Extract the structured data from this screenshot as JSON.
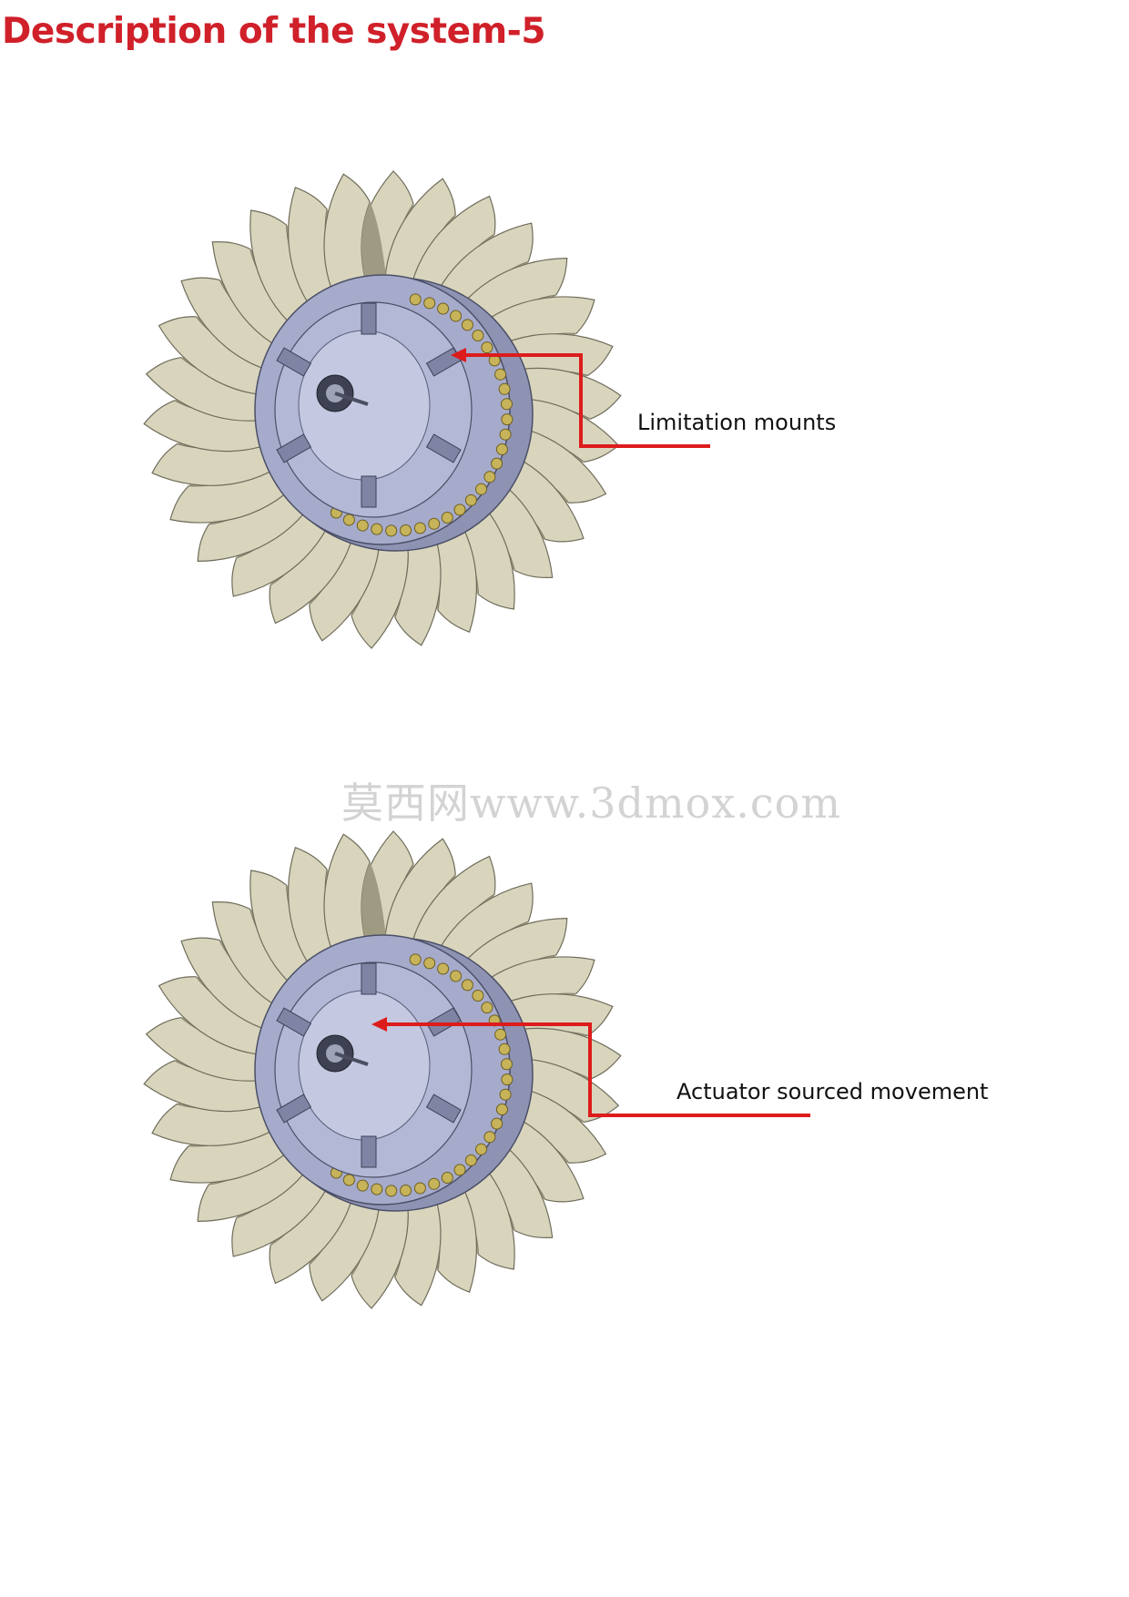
{
  "page": {
    "title": "Description of the system-5"
  },
  "figures": [
    {
      "callout_label": "Limitation mounts",
      "callout_target": "limitation-mounts",
      "accent_color": "#dd1c1c"
    },
    {
      "callout_label": "Actuator sourced movement",
      "callout_target": "actuator-hub",
      "accent_color": "#dd1c1c"
    }
  ],
  "watermark": {
    "text": "莫西网www.3dmox.com"
  },
  "colors": {
    "title": "#d0202a",
    "blade": "#d8d4bc",
    "hub": "#9ea4c6",
    "arrow": "#dd1c1c"
  }
}
